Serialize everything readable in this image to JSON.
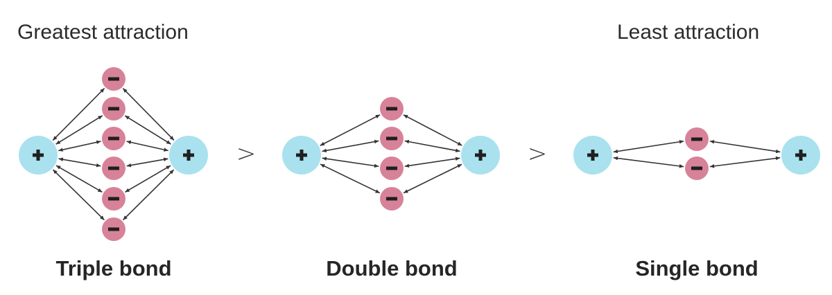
{
  "headings": {
    "left": "Greatest attraction",
    "right": "Least attraction"
  },
  "comparators": [
    "&gt;",
    "&gt;"
  ],
  "bonds": [
    {
      "id": "triple",
      "label": "Triple bond",
      "electron_pairs": 3,
      "electron_count": 6
    },
    {
      "id": "double",
      "label": "Double bond",
      "electron_pairs": 2,
      "electron_count": 4
    },
    {
      "id": "single",
      "label": "Single bond",
      "electron_pairs": 1,
      "electron_count": 2
    }
  ],
  "symbols": {
    "nucleus": "+",
    "electron": "−"
  },
  "colors": {
    "nucleus": "#a9e1ef",
    "electron": "#d78299",
    "arrow": "#333333",
    "sign": "#1f1f1f",
    "text": "#2b2b2b"
  },
  "icons": {
    "nucleus": "plus-sign-icon",
    "electron": "minus-sign-icon"
  }
}
